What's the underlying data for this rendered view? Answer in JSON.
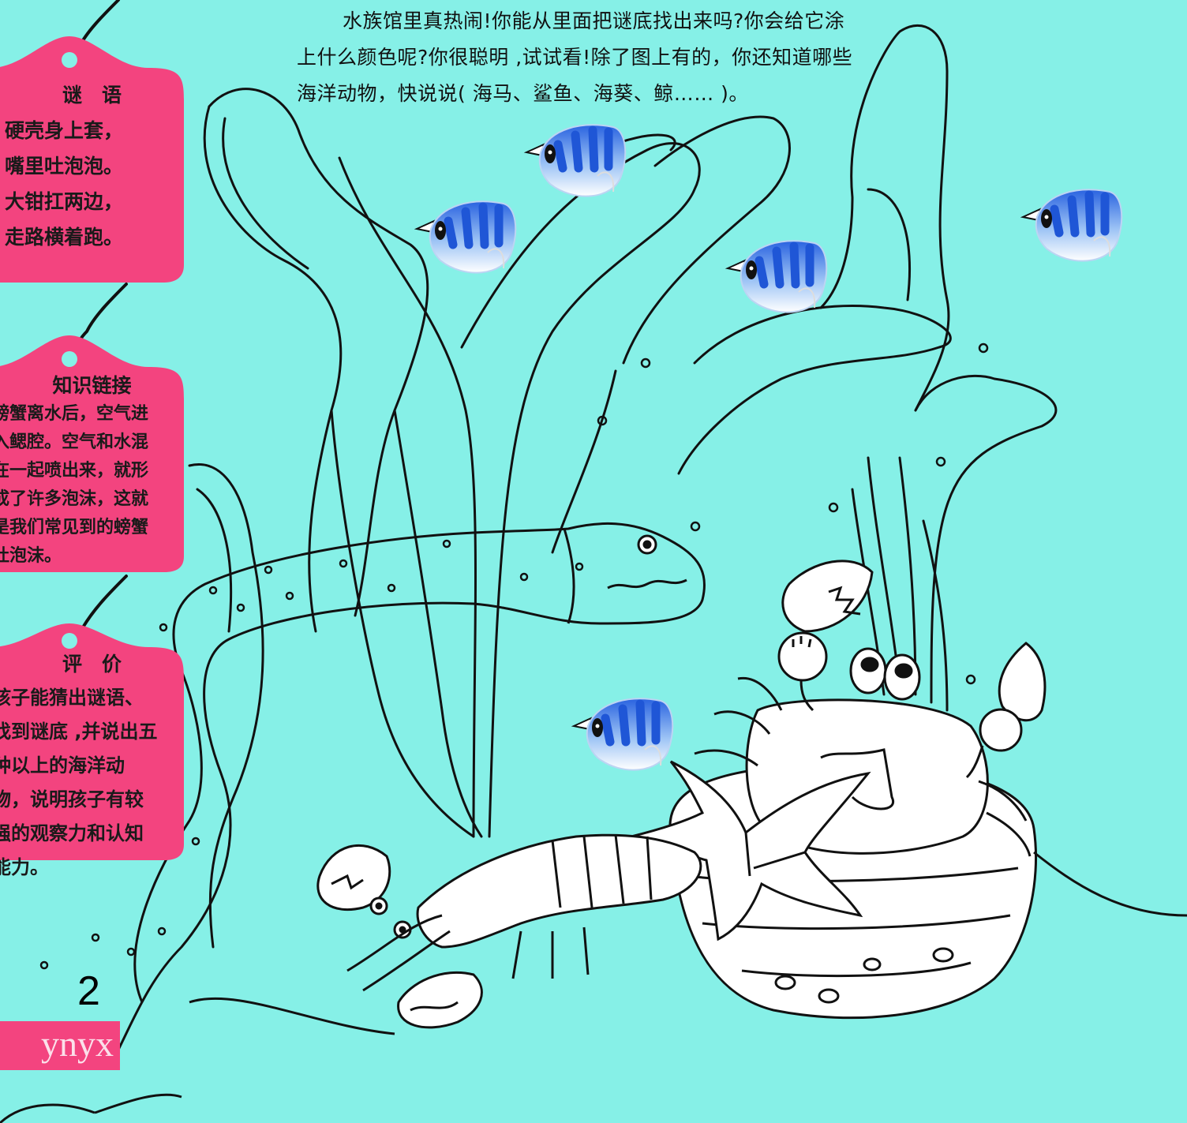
{
  "intro": "水族馆里真热闹!你能从里面把谜底找出来吗?你会给它涂上什么颜色呢?你很聪明 ,试试看!除了图上有的，你还知道哪些海洋动物，快说说( 海马、鲨鱼、海葵、鲸…… )。",
  "riddle": {
    "title": "谜　语",
    "lines": [
      "硬壳身上套，",
      "嘴里吐泡泡。",
      "大钳扛两边，",
      "走路横着跑。"
    ]
  },
  "knowledge": {
    "title": "知识链接",
    "body": "螃蟹离水后，空气进入鳃腔。空气和水混在一起喷出来，就形成了许多泡沫，这就是我们常见到的螃蟹吐泡沫。"
  },
  "evaluation": {
    "title": "评　价",
    "body": "孩子能猜出谜语、找到谜底 ,并说出五种以上的海洋动物，说明孩子有较强的观察力和认知能力。"
  },
  "page_number": "2",
  "watermark": "ynyx",
  "colors": {
    "background": "#86f0e7",
    "tag": "#f3447f",
    "fish_stripe": "#1f56d6",
    "line": "#111111"
  },
  "icons": [
    "crab-icon",
    "lobster-icon",
    "eel-icon",
    "seaweed-icon",
    "fish-icon",
    "starfish-icon",
    "shell-icon",
    "bubble-icon"
  ]
}
